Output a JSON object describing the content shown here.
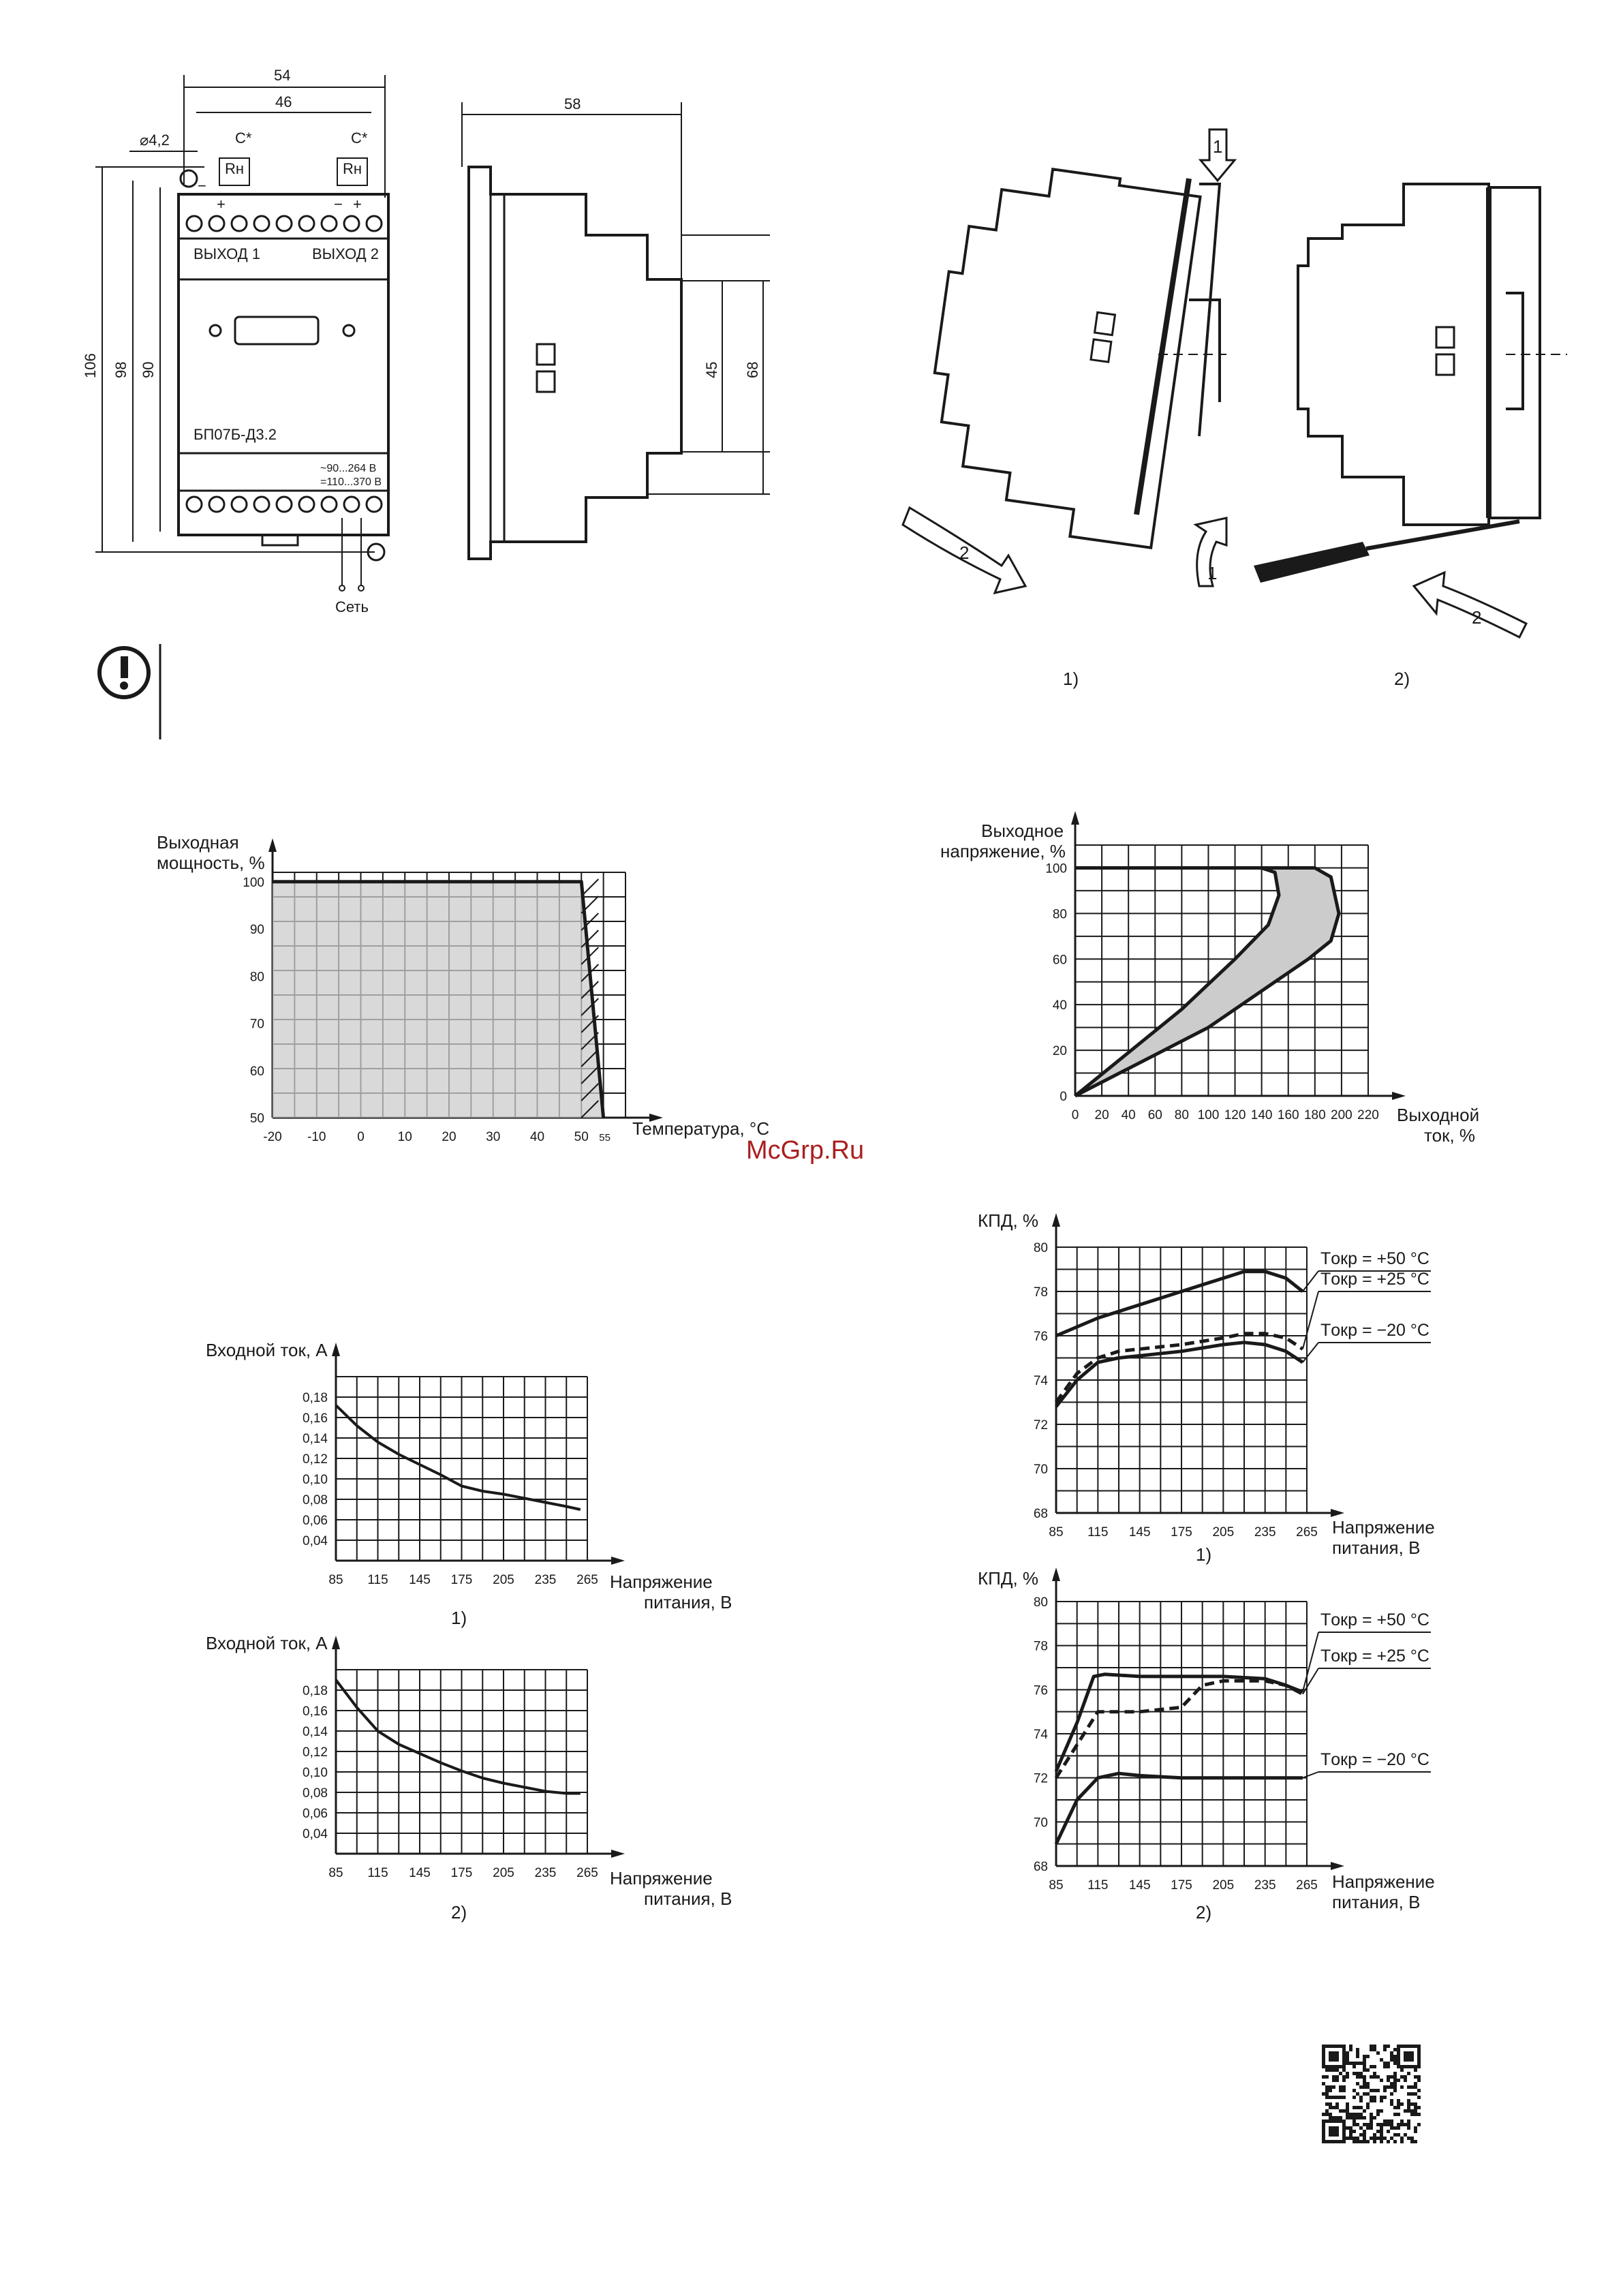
{
  "dimensions": {
    "w54": "54",
    "w46": "46",
    "d4_2": "⌀4,2",
    "h106": "106",
    "h98": "98",
    "h90": "90",
    "d58": "58",
    "h45": "45",
    "h68": "68"
  },
  "front_panel": {
    "cap_left": "C*",
    "cap_right": "C*",
    "rn_left": "Rн",
    "rn_right": "Rн",
    "minus": "−",
    "plus": "+",
    "out1": "ВЫХОД 1",
    "out2": "ВЫХОД 2",
    "model": "БП07Б-Д3.2",
    "ac_range": "~90...264 В",
    "dc_range": "=110...370 В",
    "mains": "Сеть"
  },
  "mounting": {
    "step1": "1",
    "step2": "2",
    "fig1": "1)",
    "fig2": "2)"
  },
  "watermark": "McGrp.Ru",
  "colors": {
    "fill_gray": "#cccccc",
    "ink": "#1a1a1a"
  },
  "chart_data": [
    {
      "type": "area",
      "ylabel": "Выходная мощность, %",
      "xlabel": "Температура, °C",
      "x_ticks": [
        "-20",
        "-10",
        "0",
        "10",
        "20",
        "30",
        "40",
        "50"
      ],
      "x_extra_tick": "55",
      "y_ticks": [
        "100",
        "90",
        "80",
        "70",
        "60",
        "50"
      ],
      "xlim": [
        -20,
        60
      ],
      "ylim": [
        50,
        102
      ],
      "series": [
        {
          "x": [
            -20,
            50,
            55
          ],
          "y": [
            100,
            100,
            50
          ]
        }
      ],
      "grid": true
    },
    {
      "type": "line",
      "ylabel": "Выходное напряжение, %",
      "xlabel": "Выходной ток, %",
      "x_ticks": [
        "0",
        "20",
        "40",
        "60",
        "80",
        "100",
        "120",
        "140",
        "160",
        "180",
        "200",
        "220"
      ],
      "y_ticks": [
        "0",
        "20",
        "40",
        "60",
        "80",
        "100"
      ],
      "xlim": [
        0,
        220
      ],
      "ylim": [
        0,
        110
      ],
      "series": [
        {
          "x": [
            0,
            80,
            120,
            145,
            153,
            150,
            140,
            0
          ],
          "y": [
            0,
            38,
            60,
            75,
            88,
            98,
            100,
            100
          ]
        },
        {
          "x": [
            0,
            100,
            150,
            175,
            192,
            198,
            192,
            180,
            0
          ],
          "y": [
            0,
            30,
            50,
            60,
            68,
            80,
            96,
            100,
            100
          ]
        }
      ],
      "band_fill": true,
      "grid": true
    },
    {
      "type": "line",
      "ylabel": "Входной ток, А",
      "xlabel": "Напряжение питания, В",
      "caption": "1)",
      "x_ticks": [
        "85",
        "115",
        "145",
        "175",
        "205",
        "235",
        "265"
      ],
      "y_ticks": [
        "0,18",
        "0,16",
        "0,14",
        "0,12",
        "0,10",
        "0,08",
        "0,06",
        "0,04"
      ],
      "xlim": [
        85,
        265
      ],
      "ylim": [
        0.02,
        0.2
      ],
      "series": [
        {
          "x": [
            85,
            100,
            115,
            130,
            145,
            160,
            175,
            190,
            205,
            220,
            235,
            250,
            260
          ],
          "y": [
            0.172,
            0.152,
            0.136,
            0.124,
            0.114,
            0.104,
            0.093,
            0.088,
            0.085,
            0.081,
            0.077,
            0.073,
            0.07
          ]
        }
      ],
      "grid": true
    },
    {
      "type": "line",
      "ylabel": "Входной ток, А",
      "xlabel": "Напряжение питания, В",
      "caption": "2)",
      "x_ticks": [
        "85",
        "115",
        "145",
        "175",
        "205",
        "235",
        "265"
      ],
      "y_ticks": [
        "0,18",
        "0,16",
        "0,14",
        "0,12",
        "0,10",
        "0,08",
        "0,06",
        "0,04"
      ],
      "xlim": [
        85,
        265
      ],
      "ylim": [
        0.02,
        0.2
      ],
      "series": [
        {
          "x": [
            85,
            100,
            115,
            130,
            145,
            160,
            175,
            190,
            205,
            220,
            235,
            250,
            260
          ],
          "y": [
            0.19,
            0.163,
            0.14,
            0.127,
            0.118,
            0.109,
            0.101,
            0.094,
            0.089,
            0.085,
            0.081,
            0.079,
            0.079
          ]
        }
      ],
      "grid": true
    },
    {
      "type": "line",
      "ylabel": "КПД, %",
      "xlabel": "Напряжение питания, В",
      "caption": "1)",
      "x_ticks": [
        "85",
        "115",
        "145",
        "175",
        "205",
        "235",
        "265"
      ],
      "y_ticks": [
        "80",
        "78",
        "76",
        "74",
        "72",
        "70",
        "68"
      ],
      "xlim": [
        85,
        265
      ],
      "ylim": [
        68,
        80
      ],
      "series": [
        {
          "name": "Tокр = +50 °С",
          "style": "solid",
          "x": [
            85,
            115,
            145,
            175,
            205,
            220,
            235,
            250,
            262
          ],
          "y": [
            76.0,
            76.8,
            77.4,
            78.0,
            78.6,
            78.9,
            78.9,
            78.6,
            78.0
          ]
        },
        {
          "name": "Tокр = +25 °С",
          "style": "dashed",
          "x": [
            85,
            100,
            115,
            130,
            145,
            175,
            205,
            220,
            235,
            250,
            262
          ],
          "y": [
            73.0,
            74.3,
            75.0,
            75.3,
            75.4,
            75.6,
            75.9,
            76.1,
            76.1,
            75.9,
            75.4
          ]
        },
        {
          "name": "Tокр = −20 °С",
          "style": "solid",
          "x": [
            85,
            100,
            115,
            130,
            145,
            175,
            205,
            220,
            235,
            250,
            262
          ],
          "y": [
            72.8,
            74.0,
            74.8,
            75.0,
            75.1,
            75.3,
            75.6,
            75.7,
            75.6,
            75.3,
            74.8
          ]
        }
      ],
      "grid": true
    },
    {
      "type": "line",
      "ylabel": "КПД, %",
      "xlabel": "Напряжение питания, В",
      "caption": "2)",
      "x_ticks": [
        "85",
        "115",
        "145",
        "175",
        "205",
        "235",
        "265"
      ],
      "y_ticks": [
        "80",
        "78",
        "76",
        "74",
        "72",
        "70",
        "68"
      ],
      "xlim": [
        85,
        265
      ],
      "ylim": [
        68,
        80
      ],
      "series": [
        {
          "name": "Tокр = +50 °С",
          "style": "solid",
          "x": [
            85,
            100,
            112,
            120,
            145,
            175,
            205,
            235,
            250,
            262
          ],
          "y": [
            72.3,
            74.5,
            76.6,
            76.7,
            76.6,
            76.6,
            76.6,
            76.5,
            76.2,
            75.9
          ]
        },
        {
          "name": "Tокр = +25 °С",
          "style": "dashed",
          "x": [
            85,
            100,
            115,
            145,
            175,
            190,
            205,
            235,
            250,
            262
          ],
          "y": [
            72.0,
            73.5,
            75.0,
            75.0,
            75.2,
            76.2,
            76.4,
            76.4,
            76.2,
            75.8
          ]
        },
        {
          "name": "Tокр = −20 °С",
          "style": "solid",
          "x": [
            85,
            100,
            115,
            130,
            145,
            175,
            205,
            235,
            262
          ],
          "y": [
            69.0,
            71.0,
            72.0,
            72.2,
            72.1,
            72.0,
            72.0,
            72.0,
            72.0
          ]
        }
      ],
      "grid": true
    }
  ]
}
